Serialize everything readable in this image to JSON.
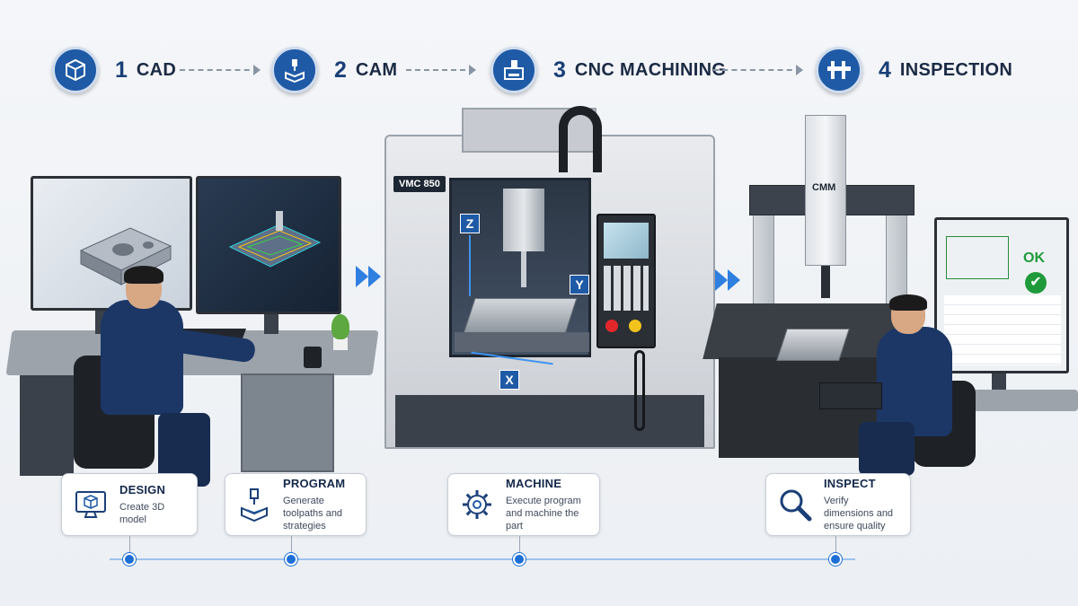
{
  "steps": [
    {
      "number": "1",
      "title": "CAD",
      "icon": "cube-icon"
    },
    {
      "number": "2",
      "title": "CAM",
      "icon": "toolpath-icon"
    },
    {
      "number": "3",
      "title": "CNC MACHINING",
      "icon": "cnc-machine-icon"
    },
    {
      "number": "4",
      "title": "INSPECTION",
      "icon": "caliper-icon"
    }
  ],
  "machine": {
    "label": "VMC 850",
    "axis_x": "X",
    "axis_y": "Y",
    "axis_z": "Z"
  },
  "cmm": {
    "label": "CMM",
    "result": "OK"
  },
  "cards": [
    {
      "title": "DESIGN",
      "desc": "Create 3D model",
      "icon": "monitor-cube-icon"
    },
    {
      "title": "PROGRAM",
      "desc": "Generate toolpaths and strategies",
      "icon": "toolpath-icon"
    },
    {
      "title": "MACHINE",
      "desc": "Execute program and machine the part",
      "icon": "gear-icon"
    },
    {
      "title": "INSPECT",
      "desc": "Verify dimensions and ensure quality",
      "icon": "magnifier-icon"
    }
  ],
  "colors": {
    "accent": "#1f5aa6",
    "timeline": "#1d6fd6",
    "ok": "#1f9a3a"
  }
}
